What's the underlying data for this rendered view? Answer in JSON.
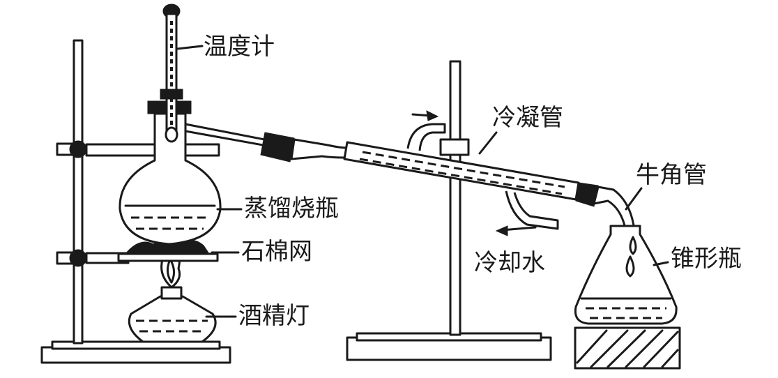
{
  "labels": {
    "thermometer": "温度计",
    "condenser": "冷凝管",
    "adapter": "牛角管",
    "distilling_flask": "蒸馏烧瓶",
    "asbestos_gauze": "石棉网",
    "cooling_water": "冷却水",
    "conical_flask": "锥形瓶",
    "alcohol_lamp": "酒精灯"
  }
}
